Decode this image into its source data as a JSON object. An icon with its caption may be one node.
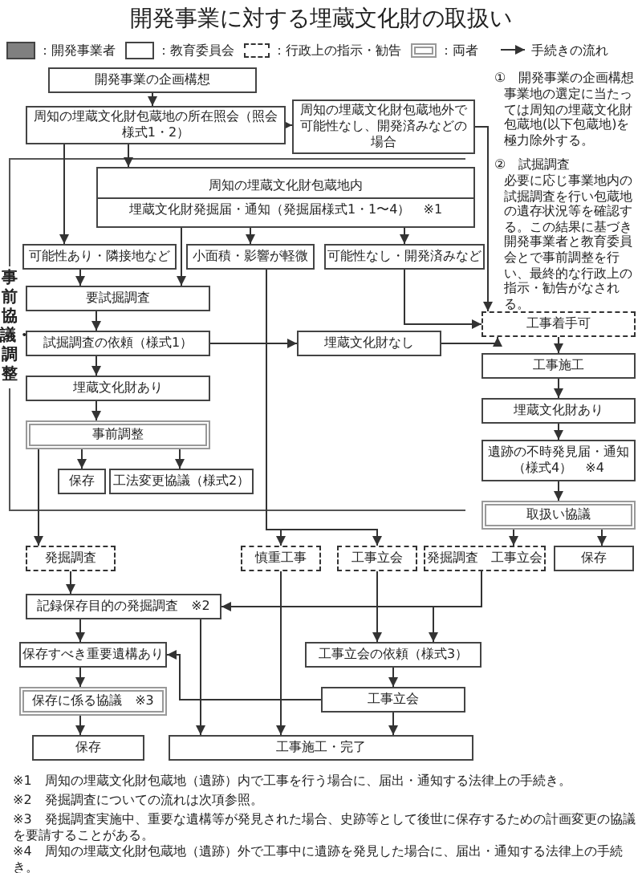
{
  "diagram": {
    "title": "開発事業に対する埋蔵文化財の取扱い",
    "nodes": [
      {
        "text": [
          "開発事業の企画構想"
        ]
      },
      {
        "text": [
          "周知の埋蔵文化財包蔵地の所在照会（照会様式1・2）"
        ]
      },
      {
        "text": [
          "周知の埋蔵文化財包蔵地外で可能性なし、開発済みなどの場合"
        ]
      },
      {
        "text": [
          "周知の埋蔵文化財包蔵地内",
          "埋蔵文化財発掘届・通知（発掘届様式1・1〜4）　※1"
        ]
      },
      {
        "text": [
          "可能性あり・隣接地など"
        ]
      },
      {
        "text": [
          "小面積・影響が軽微"
        ]
      },
      {
        "text": [
          "可能性なし・開発済みなど"
        ]
      },
      {
        "text": [
          "工事着手可"
        ]
      },
      {
        "text": [
          "要試掘調査"
        ]
      },
      {
        "text": [
          "試掘調査の依頼（様式1）"
        ]
      },
      {
        "text": [
          "埋蔵文化財なし"
        ]
      },
      {
        "text": [
          "工事施工"
        ]
      },
      {
        "text": [
          "埋蔵文化財あり"
        ]
      },
      {
        "text": [
          "埋蔵文化財あり"
        ]
      },
      {
        "text": [
          "事前調整"
        ]
      },
      {
        "text": [
          "遺跡の不時発見届・通知（様式4）　※4"
        ]
      },
      {
        "text": [
          "保存"
        ]
      },
      {
        "text": [
          "工法変更協議（様式2）"
        ]
      },
      {
        "text": [
          "取扱い協議"
        ]
      },
      {
        "text": [
          "発掘調査"
        ]
      },
      {
        "text": [
          "慎重工事"
        ]
      },
      {
        "text": [
          "工事立会"
        ]
      },
      {
        "text": [
          "発掘調査　工事立会"
        ]
      },
      {
        "text": [
          "保存"
        ]
      },
      {
        "text": [
          "記録保存目的の発掘調査　※2"
        ]
      },
      {
        "text": [
          "保存すべき重要遺構あり"
        ]
      },
      {
        "text": [
          "工事立会の依頼（様式3）"
        ]
      },
      {
        "text": [
          "保存に係る協議　※3"
        ]
      },
      {
        "text": [
          "工事立会"
        ]
      },
      {
        "text": [
          "保存"
        ]
      },
      {
        "text": [
          "工事施工・完了"
        ]
      }
    ],
    "edges": [
      {
        "from": 0,
        "to": 1,
        "arrow": "to"
      },
      {
        "from": 1,
        "to": 2,
        "arrow": "to"
      },
      {
        "from": 1,
        "to": 4,
        "arrow": "to"
      },
      {
        "from": 1,
        "to": 3,
        "arrow": "to"
      },
      {
        "from": 2,
        "to": 7,
        "arrow": "to"
      },
      {
        "from": 3,
        "to": 8,
        "arrow": "to"
      },
      {
        "from": 3,
        "to": 5,
        "arrow": "to"
      },
      {
        "from": 3,
        "to": 6,
        "arrow": "to"
      },
      {
        "from": 4,
        "to": 8,
        "arrow": "to"
      },
      {
        "from": 6,
        "to": 7,
        "arrow": "to"
      },
      {
        "from": 5,
        "to": 20,
        "arrow": "to"
      },
      {
        "from": 5,
        "to": 21,
        "arrow": "to"
      },
      {
        "from": 8,
        "to": 9,
        "arrow": "to"
      },
      {
        "from": 9,
        "to": 10,
        "arrow": "to"
      },
      {
        "from": 10,
        "to": 7,
        "arrow": "to"
      },
      {
        "from": 7,
        "to": 11,
        "arrow": "to"
      },
      {
        "from": 9,
        "to": 12,
        "arrow": "to"
      },
      {
        "from": 11,
        "to": 13,
        "arrow": "to"
      },
      {
        "from": 12,
        "to": 14,
        "arrow": "to"
      },
      {
        "from": 13,
        "to": 15,
        "arrow": "to"
      },
      {
        "from": 14,
        "to": 16,
        "arrow": "to"
      },
      {
        "from": 14,
        "to": 17,
        "arrow": "to"
      },
      {
        "from": 14,
        "to": 19,
        "arrow": "to"
      },
      {
        "from": 15,
        "to": 18,
        "arrow": "to"
      },
      {
        "from": 18,
        "to": 22,
        "arrow": "to"
      },
      {
        "from": 18,
        "to": 23,
        "arrow": "to"
      },
      {
        "from": 19,
        "to": 24,
        "arrow": "to"
      },
      {
        "from": 22,
        "to": 24,
        "arrow": "to"
      },
      {
        "from": 22,
        "to": 26,
        "arrow": "to"
      },
      {
        "from": 21,
        "to": 26,
        "arrow": "to"
      },
      {
        "from": 20,
        "to": 30,
        "arrow": "to"
      },
      {
        "from": 24,
        "to": 25,
        "arrow": "to"
      },
      {
        "from": 24,
        "to": 30,
        "arrow": "to"
      },
      {
        "from": 26,
        "to": 28,
        "arrow": "to"
      },
      {
        "from": 28,
        "to": 25,
        "arrow": "to"
      },
      {
        "from": 28,
        "to": 30,
        "arrow": "to"
      },
      {
        "from": 25,
        "to": 27,
        "arrow": "to"
      },
      {
        "from": 27,
        "to": 29,
        "arrow": "to"
      }
    ],
    "labels": [
      "事前協議・調整",
      "①　開発事業の企画構想",
      "事業地の選定に当たっては周知の埋蔵文化財包蔵地(以下包蔵地)を極力除外する。",
      "②　試掘調査",
      "必要に応じ事業地内の試掘調査を行い包蔵地の遺存状況等を確認する。この結果に基づき開発事業者と教育委員会とで事前調整を行い、最終的な行政上の指示・勧告がなされる。",
      "※1　周知の埋蔵文化財包蔵地（遺跡）内で工事を行う場合に、届出・通知する法律上の手続き。",
      "※2　発掘調査についての流れは次項参照。",
      "※3　発掘調査実施中、重要な遺構等が発見された場合、史跡等として後世に保存するための計画変更の協議を要請することがある。",
      "※4　周知の埋蔵文化財包蔵地（遺跡）外で工事中に遺跡を発見した場合に、届出・通知する法律上の手続き。"
    ],
    "legend": [
      {
        "text": "：開発事業者",
        "color": "#808080"
      },
      {
        "text": "：教育委員会",
        "color": "#ffffff"
      },
      {
        "text": "：行政上の指示・勧告"
      },
      {
        "text": "：両者"
      },
      {
        "text": "手続きの流れ"
      }
    ]
  }
}
